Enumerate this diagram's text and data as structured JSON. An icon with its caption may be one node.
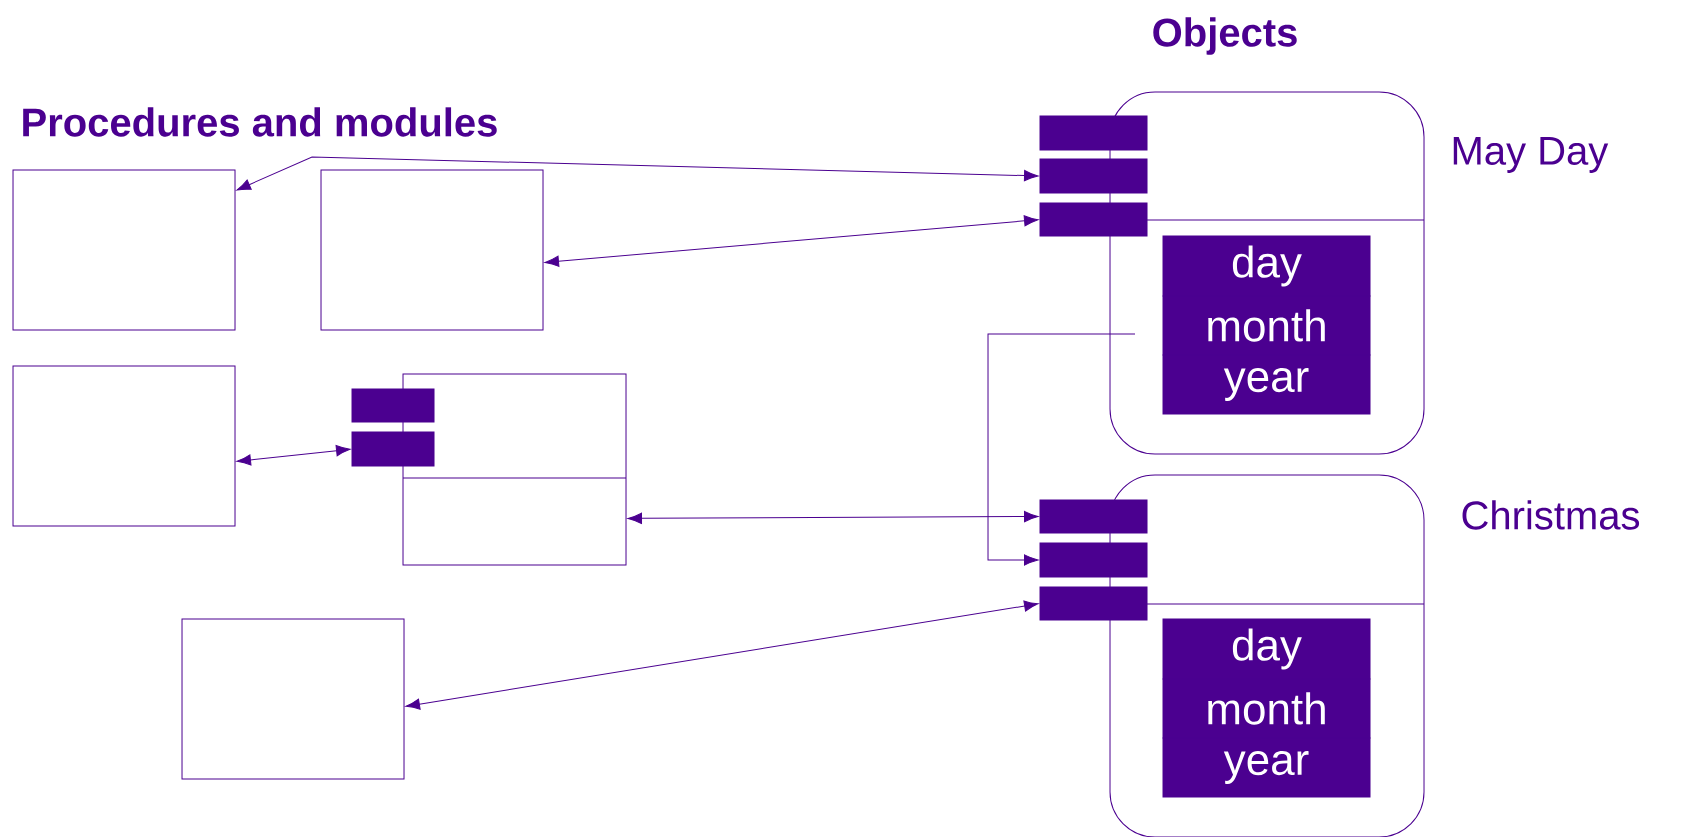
{
  "diagram": {
    "nodes": [
      {
        "text": [],
        "shape": "box"
      },
      {
        "text": [],
        "shape": "box"
      },
      {
        "text": [],
        "shape": "box"
      },
      {
        "text": [],
        "shape": "box"
      },
      {
        "text": [],
        "shape": "bar"
      },
      {
        "text": [],
        "shape": "bar"
      },
      {
        "text": [],
        "shape": "box"
      },
      {
        "text": [],
        "shape": "box",
        "beside": [
          "May Day"
        ]
      },
      {
        "text": [],
        "shape": "bar"
      },
      {
        "text": [],
        "shape": "bar"
      },
      {
        "text": [],
        "shape": "bar"
      },
      {
        "text": [
          "day"
        ],
        "in": 7
      },
      {
        "text": [
          "month"
        ],
        "in": 7
      },
      {
        "text": [
          "year"
        ],
        "in": 7
      },
      {
        "text": [],
        "shape": "box",
        "beside": [
          "Christmas"
        ]
      },
      {
        "text": [],
        "shape": "bar"
      },
      {
        "text": [],
        "shape": "bar"
      },
      {
        "text": [],
        "shape": "bar"
      },
      {
        "text": [
          "day"
        ],
        "in": 14
      },
      {
        "text": [
          "month"
        ],
        "in": 14
      },
      {
        "text": [
          "year"
        ],
        "in": 14
      }
    ],
    "edges": [
      {
        "from": 0,
        "to": 9,
        "arrow": "both"
      },
      {
        "from": 1,
        "to": 10,
        "arrow": "both"
      },
      {
        "from": 2,
        "to": 5,
        "arrow": "both"
      },
      {
        "from": 3,
        "to": 15,
        "arrow": "both"
      },
      {
        "from": 7,
        "to": 16,
        "arrow": "to"
      },
      {
        "from": 6,
        "to": 17,
        "arrow": "both"
      }
    ],
    "labels": [
      "Objects",
      "Procedures and modules"
    ]
  }
}
